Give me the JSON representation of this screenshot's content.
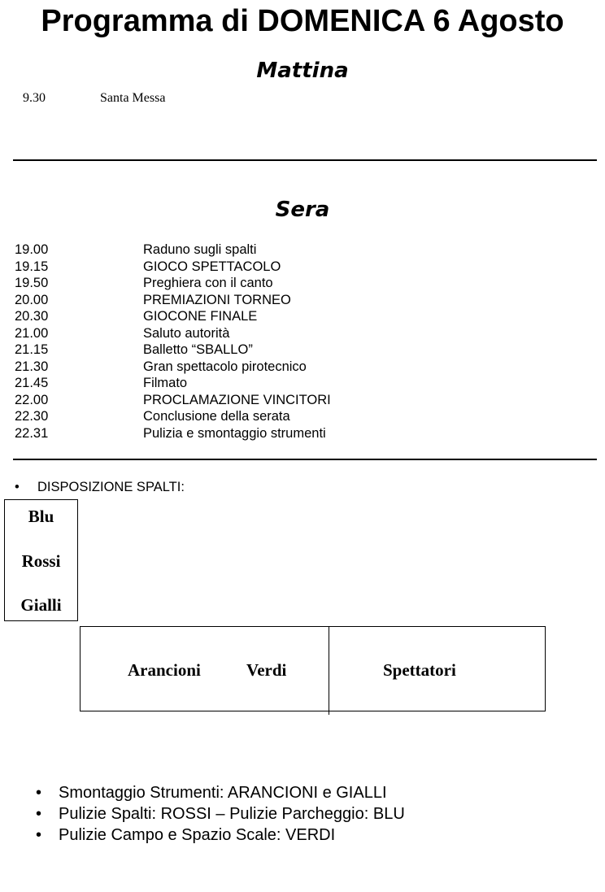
{
  "title": "Programma di DOMENICA 6 Agosto",
  "mattina": {
    "heading": "Mattina",
    "items": [
      {
        "time": "9.30",
        "event": "Santa Messa"
      }
    ]
  },
  "sera": {
    "heading": "Sera",
    "items": [
      {
        "time": "19.00",
        "event": "Raduno sugli spalti"
      },
      {
        "time": "19.15",
        "event": "GIOCO SPETTACOLO"
      },
      {
        "time": "19.50",
        "event": "Preghiera con il canto"
      },
      {
        "time": "20.00",
        "event": "PREMIAZIONI TORNEO"
      },
      {
        "time": "20.30",
        "event": "GIOCONE FINALE"
      },
      {
        "time": "21.00",
        "event": "Saluto autorità"
      },
      {
        "time": "21.15",
        "event": "Balletto “SBALLO”"
      },
      {
        "time": "21.30",
        "event": "Gran spettacolo pirotecnico"
      },
      {
        "time": "21.45",
        "event": "Filmato"
      },
      {
        "time": "22.00",
        "event": "PROCLAMAZIONE VINCITORI"
      },
      {
        "time": "22.30",
        "event": "Conclusione della serata"
      },
      {
        "time": "22.31",
        "event": "Pulizia e smontaggio strumenti"
      }
    ]
  },
  "disposizione": {
    "label": "DISPOSIZIONE SPALTI:",
    "left_box": [
      "Blu",
      "Rossi",
      "Gialli"
    ],
    "bottom_box": {
      "left": [
        "Arancioni",
        "Verdi"
      ],
      "right": "Spettatori"
    }
  },
  "tasks": [
    "Smontaggio Strumenti: ARANCIONI e GIALLI",
    "Pulizie Spalti: ROSSI – Pulizie Parcheggio: BLU",
    "Pulizie Campo e Spazio Scale: VERDI"
  ]
}
